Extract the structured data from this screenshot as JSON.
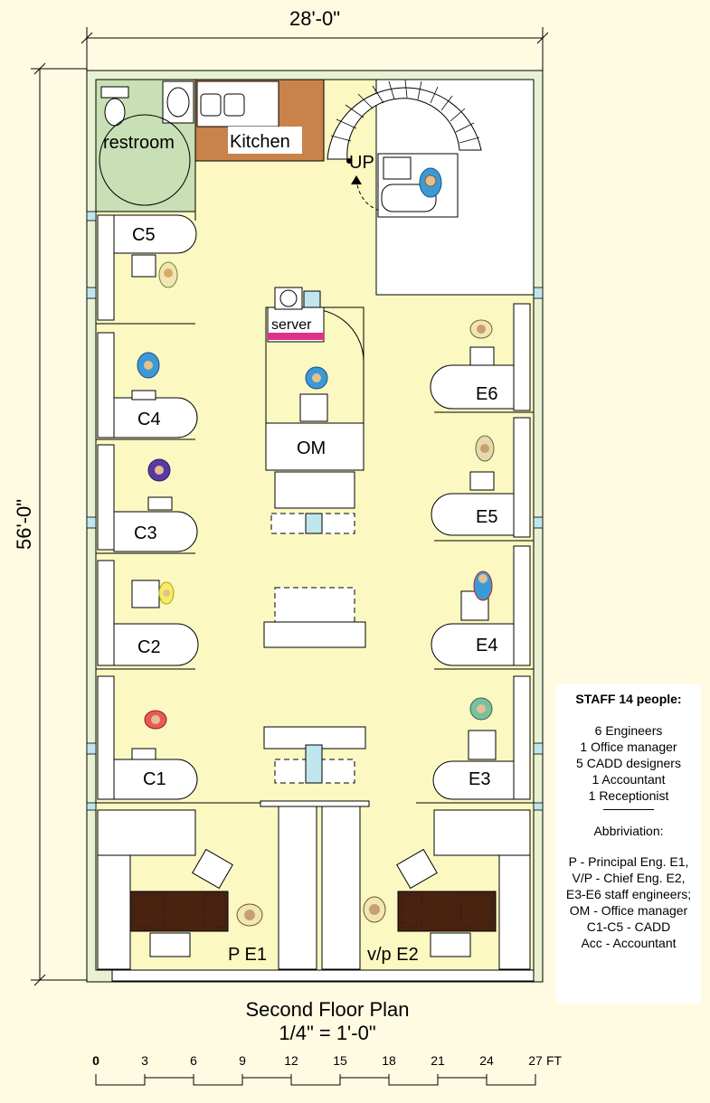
{
  "dimensions": {
    "width_label": "28'-0\"",
    "height_label": "56'-0\""
  },
  "rooms": {
    "restroom": "restroom",
    "kitchen": "Kitchen",
    "stair_label": "UP",
    "server": "server",
    "office_manager": "OM",
    "c5": "C5",
    "c4": "C4",
    "c3": "C3",
    "c2": "C2",
    "c1": "C1",
    "e6": "E6",
    "e5": "E5",
    "e4": "E4",
    "e3": "E3",
    "principal": "P E1",
    "vice_principal": "v/p E2"
  },
  "title": {
    "name": "Second Floor Plan",
    "scale": "1/4\" = 1'-0\""
  },
  "scale_bar": {
    "ticks": [
      "0",
      "3",
      "6",
      "9",
      "12",
      "15",
      "18",
      "21",
      "24",
      "27"
    ],
    "unit": "FT"
  },
  "legend": {
    "title": "STAFF 14 people:",
    "staff": [
      "6 Engineers",
      "1 Office manager",
      "5 CADD designers",
      "1 Accountant",
      "1 Receptionist"
    ],
    "abbr_title": "Abbriviation:",
    "abbreviations": [
      "P - Principal Eng. E1,",
      "V/P - Chief  Eng. E2,",
      "E3-E6 staff engineers;",
      "OM - Office manager",
      "C1-C5 - CADD",
      "Acc - Accountant"
    ]
  },
  "colors": {
    "background": "#fefbe2",
    "wall": "#e8f2d2",
    "floor": "#fcf8c2",
    "restroom": "#c9dfb5",
    "kitchen": "#c8824a",
    "desk": "#ffffff",
    "executive_desk": "#4a2210",
    "server_stripe": "#e0308c",
    "window": "#bfe6ec"
  }
}
